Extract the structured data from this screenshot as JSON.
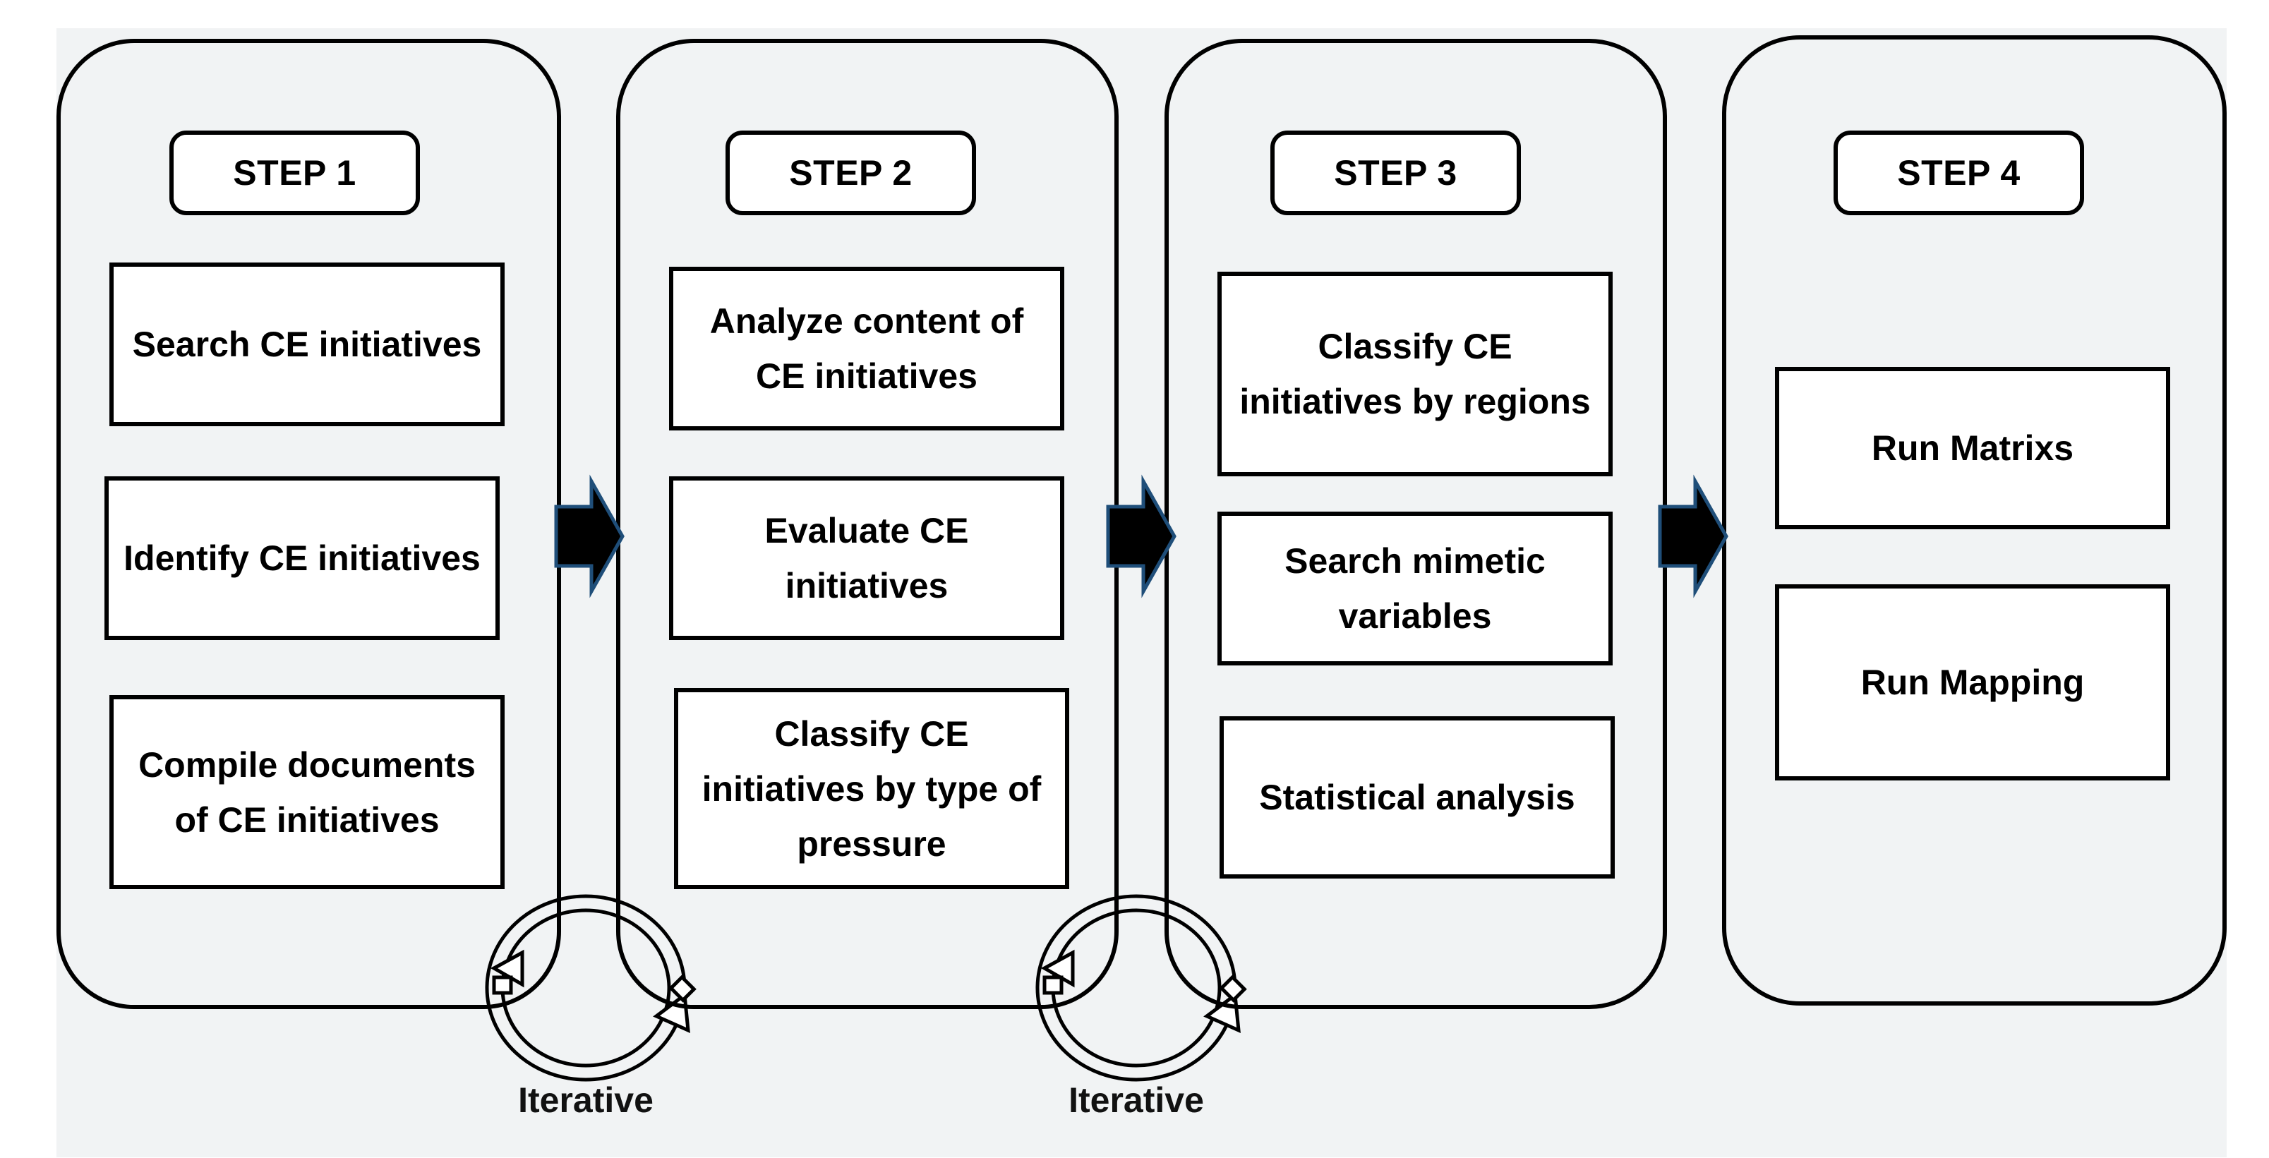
{
  "steps": [
    {
      "title": "STEP 1",
      "tasks": [
        "Search CE initiatives",
        "Identify CE initiatives",
        "Compile documents of  CE initiatives"
      ]
    },
    {
      "title": "STEP 2",
      "tasks": [
        "Analyze content of CE initiatives",
        "Evaluate  CE initiatives",
        "Classify CE initiatives by type of pressure"
      ]
    },
    {
      "title": "STEP 3",
      "tasks": [
        "Classify CE initiatives by regions",
        "Search mimetic variables",
        "Statistical analysis"
      ]
    },
    {
      "title": "STEP 4",
      "tasks": [
        "Run Matrixs",
        "Run Mapping"
      ]
    }
  ],
  "iterations": [
    {
      "label": "Iterative"
    },
    {
      "label": "Iterative"
    }
  ],
  "colors": {
    "background_panel": "#f1f3f4",
    "arrow_fill": "#000000",
    "arrow_outline": "#1f4e79",
    "stroke": "#000000"
  },
  "icons": {
    "stage_arrow": "right-block-arrow-icon",
    "iteration_loop": "circular-loop-arrow-icon"
  }
}
